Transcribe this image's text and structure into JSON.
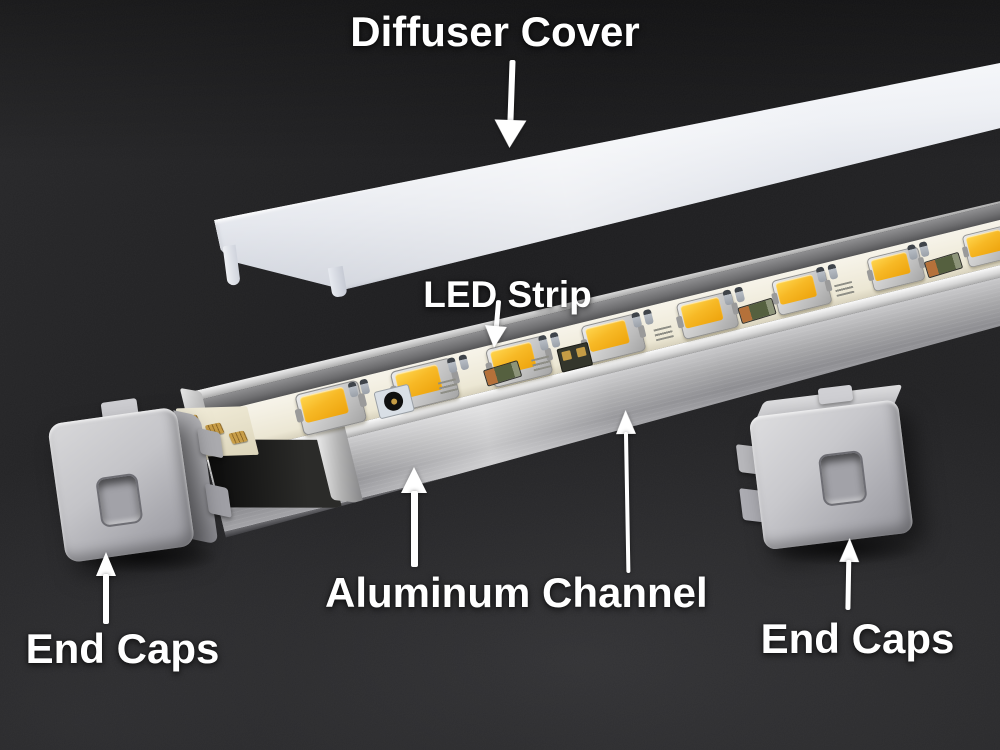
{
  "annotations": {
    "diffuser_cover": {
      "label": "Diffuser Cover"
    },
    "led_strip": {
      "label": "LED Strip"
    },
    "aluminum_channel": {
      "label": "Aluminum Channel"
    },
    "end_caps_left": {
      "label": "End Caps"
    },
    "end_caps_right": {
      "label": "End Caps"
    }
  },
  "colors": {
    "label_text": "#ffffff",
    "arrow": "#ffffff",
    "background_dark": "#1d1d1f",
    "led_yellow": "#f7b926",
    "pcb_cream": "#f2eedd",
    "aluminum_light": "#d9d9db",
    "aluminum_dark": "#8e8e92",
    "end_cap_gray": "#c4c4c8",
    "diffuser_frost": "#eff1f5"
  },
  "led_strip_detail": {
    "led_count": 8,
    "led_start": 132,
    "led_spacing": 97,
    "contact_pads": 3,
    "components": [
      {
        "type": "marking",
        "s": 166
      },
      {
        "type": "circle-connector",
        "s": 196
      },
      {
        "type": "vent-lines",
        "s": 252
      },
      {
        "type": "marking",
        "s": 268
      },
      {
        "type": "resistor",
        "s": 308
      },
      {
        "type": "vent-lines",
        "s": 348
      },
      {
        "type": "marking",
        "s": 362
      },
      {
        "type": "dark-connector",
        "s": 382
      },
      {
        "type": "marking",
        "s": 458
      },
      {
        "type": "vent-lines",
        "s": 474
      },
      {
        "type": "marking",
        "s": 552
      },
      {
        "type": "resistor",
        "s": 570
      },
      {
        "type": "vent-lines",
        "s": 660
      },
      {
        "type": "marking",
        "s": 648
      },
      {
        "type": "marking",
        "s": 742
      },
      {
        "type": "resistor",
        "s": 762
      },
      {
        "type": "marking",
        "s": 838
      }
    ]
  }
}
